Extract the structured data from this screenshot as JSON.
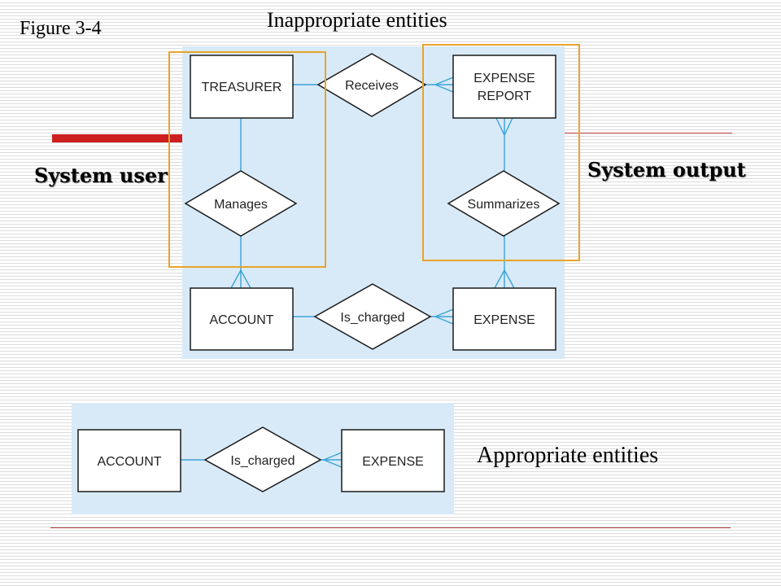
{
  "slide": {
    "figure_label": "Figure 3-4",
    "title_inappropriate": "Inappropriate entities",
    "title_appropriate": "Appropriate entities",
    "label_system_user": "System user",
    "label_system_output": "System output"
  },
  "diagram_top": {
    "entities": {
      "treasurer": "TREASURER",
      "expense_report_line1": "EXPENSE",
      "expense_report_line2": "REPORT",
      "account": "ACCOUNT",
      "expense": "EXPENSE"
    },
    "relationships": {
      "receives": "Receives",
      "manages": "Manages",
      "summarizes": "Summarizes",
      "is_charged": "Is_charged"
    }
  },
  "diagram_bottom": {
    "entities": {
      "account": "ACCOUNT",
      "expense": "EXPENSE"
    },
    "relationships": {
      "is_charged": "Is_charged"
    }
  },
  "colors": {
    "panel": "#d8eaf8",
    "connector": "#3aa3d6",
    "highlight": "#e8a32c",
    "accent_bar": "#cc1f1f"
  }
}
